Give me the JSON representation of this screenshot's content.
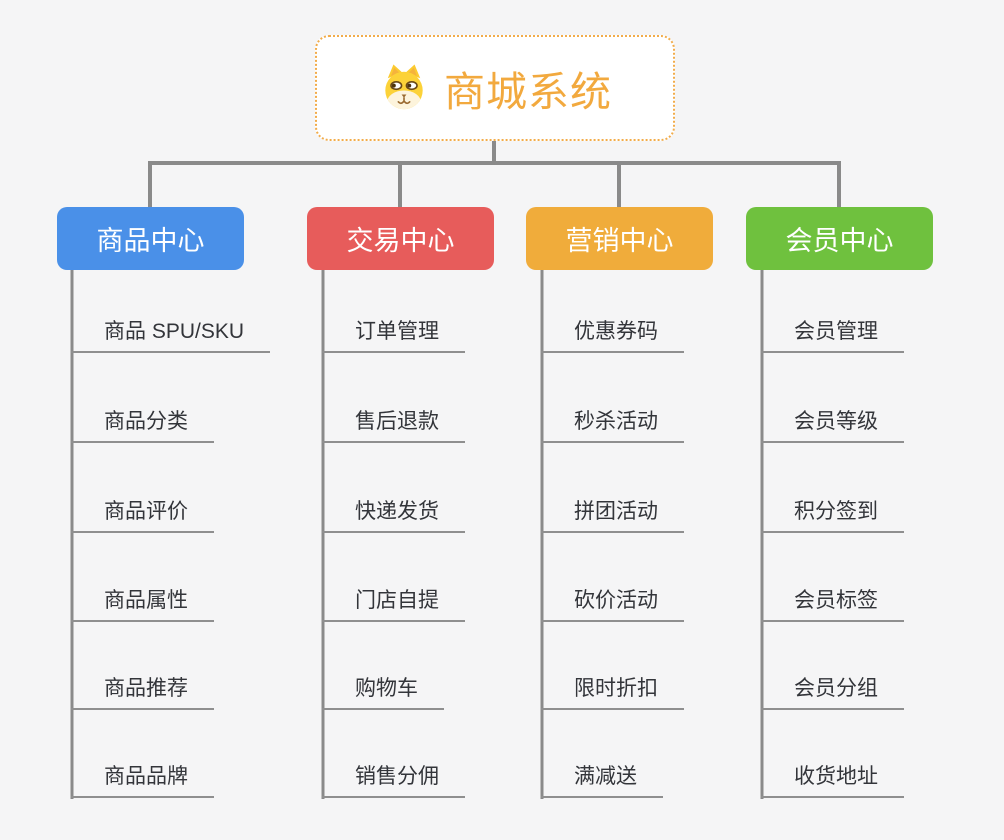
{
  "root": {
    "title": "商城系统",
    "icon": "dog-face-icon",
    "accent_color": "#F2A93E",
    "border_color": "#F2AC4A"
  },
  "connector_color": "#8A8A8A",
  "background_color": "#F5F5F6",
  "leaf_text_color": "#33353A",
  "branches": [
    {
      "label": "商品中心",
      "color": "#4A90E8",
      "items": [
        "商品 SPU/SKU",
        "商品分类",
        "商品评价",
        "商品属性",
        "商品推荐",
        "商品品牌"
      ]
    },
    {
      "label": "交易中心",
      "color": "#E75C5B",
      "items": [
        "订单管理",
        "售后退款",
        "快递发货",
        "门店自提",
        "购物车",
        "销售分佣"
      ]
    },
    {
      "label": "营销中心",
      "color": "#F0AC3B",
      "items": [
        "优惠券码",
        "秒杀活动",
        "拼团活动",
        "砍价活动",
        "限时折扣",
        "满减送"
      ]
    },
    {
      "label": "会员中心",
      "color": "#6FC13E",
      "items": [
        "会员管理",
        "会员等级",
        "积分签到",
        "会员标签",
        "会员分组",
        "收货地址"
      ]
    }
  ]
}
